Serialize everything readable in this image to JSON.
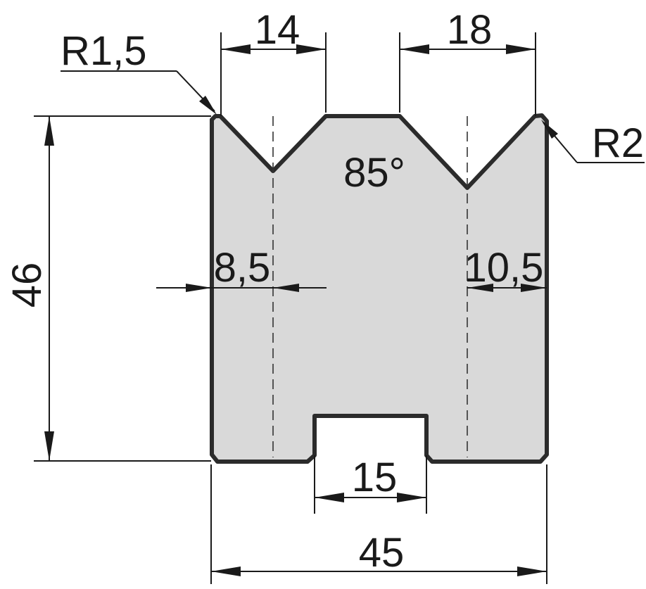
{
  "labels": {
    "v1_width": "14",
    "v2_width": "18",
    "radius_left": "R1,5",
    "radius_right": "R2",
    "angle": "85°",
    "height": "46",
    "v1_offset": "8,5",
    "v2_offset": "10,5",
    "slot_width": "15",
    "total_width": "45"
  },
  "colors": {
    "die_fill": "#d9d9d9",
    "outline": "#2b2b2b",
    "lines": "#1a1a1a"
  }
}
